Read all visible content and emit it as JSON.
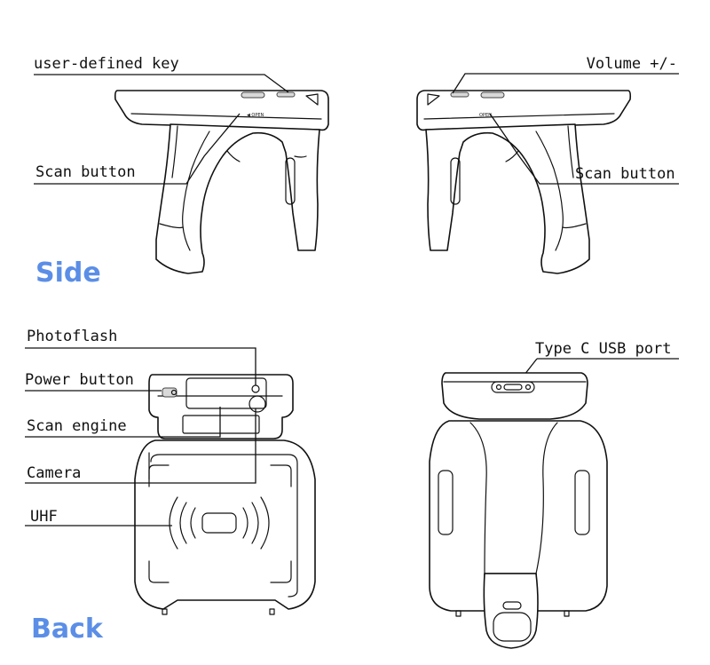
{
  "colors": {
    "accent": "#5b8ee6",
    "line": "#111111"
  },
  "side": {
    "title": "Side",
    "labels": {
      "user_defined_key": "user-defined key",
      "volume": "Volume +/-",
      "scan_button_left": "Scan button",
      "scan_button_right": "Scan button"
    },
    "open_text": "OPEN"
  },
  "back": {
    "title": "Back",
    "labels": {
      "photoflash": "Photoflash",
      "power_button": "Power button",
      "scan_engine": "Scan engine",
      "camera": "Camera",
      "uhf": "UHF",
      "type_c": "Type C USB port"
    }
  }
}
